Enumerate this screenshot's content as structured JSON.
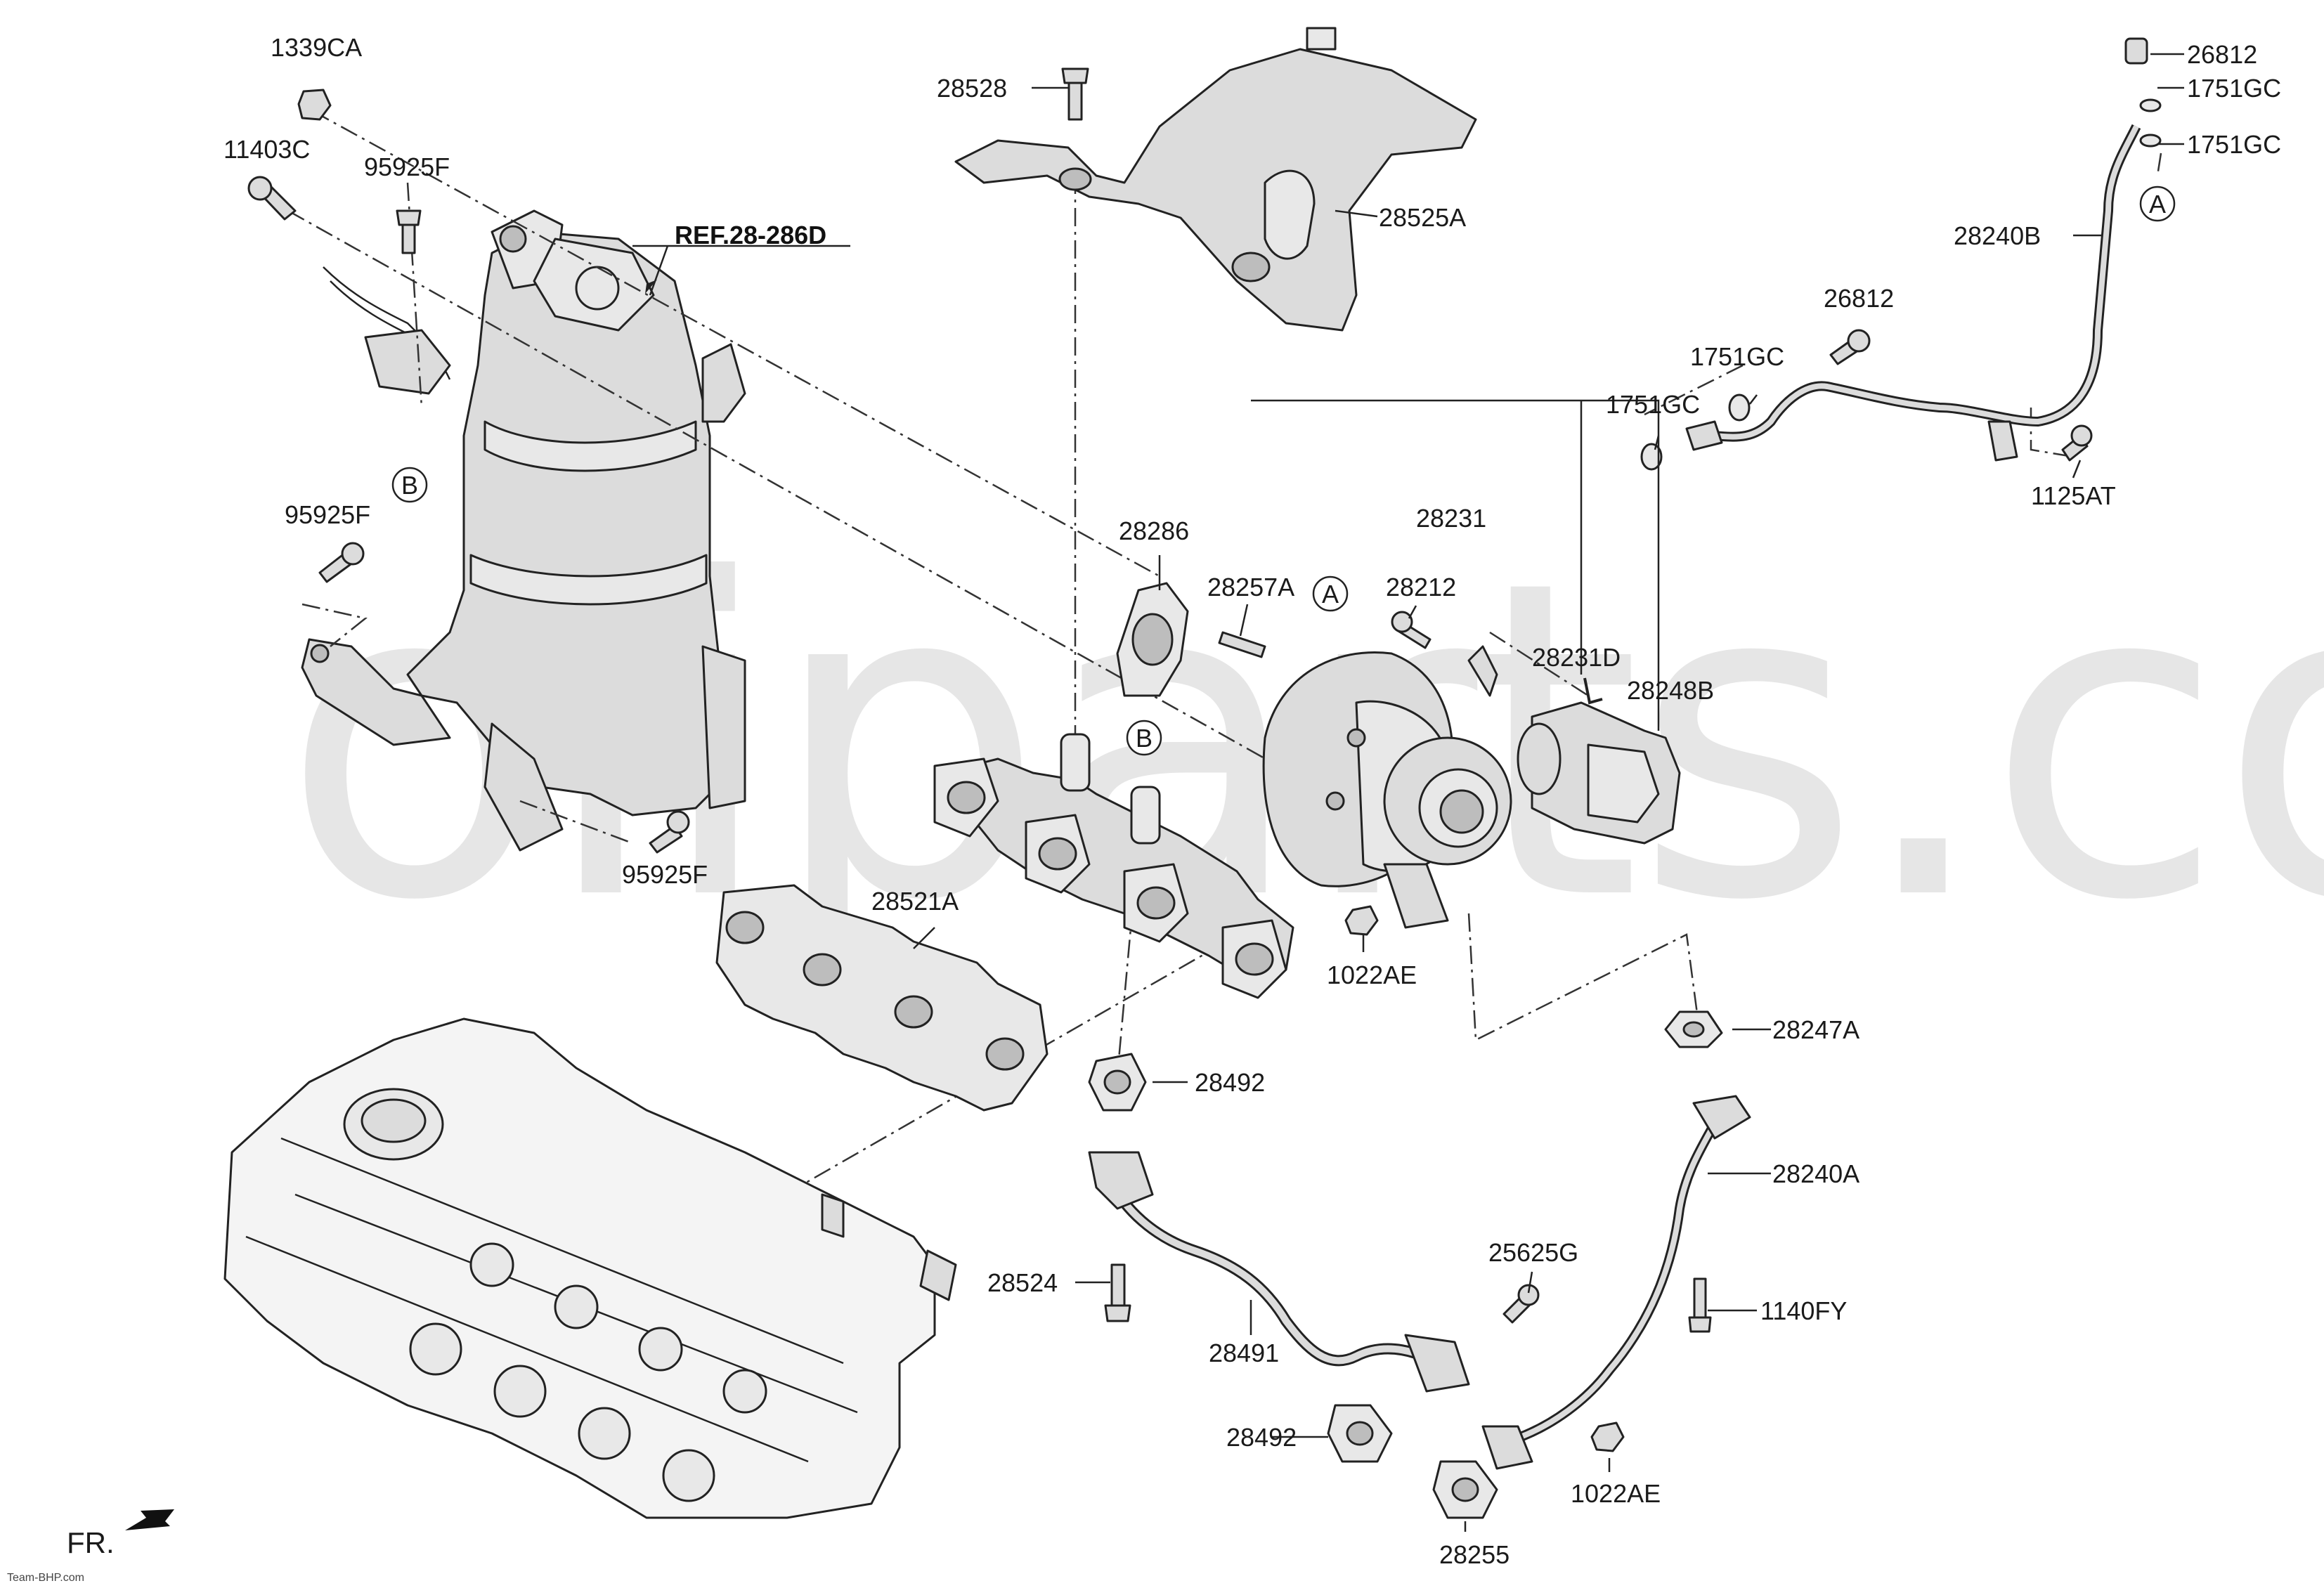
{
  "watermark": "oliparts.com",
  "ref_label": "REF.28-286D",
  "direction_label": "FR.",
  "callouts": {
    "a": "A",
    "b": "B"
  },
  "parts": {
    "p1339CA": "1339CA",
    "p11403C": "11403C",
    "p95925F_top": "95925F",
    "p95925F_mid": "95925F",
    "p95925F_bot": "95925F",
    "p28528": "28528",
    "p28525A": "28525A",
    "p26812_top": "26812",
    "p1751GC_1": "1751GC",
    "p1751GC_2": "1751GC",
    "p28240B": "28240B",
    "p26812_mid": "26812",
    "p1751GC_3": "1751GC",
    "p1751GC_4": "1751GC",
    "p1125AT": "1125AT",
    "p28286": "28286",
    "p28231": "28231",
    "p28257A": "28257A",
    "p28212": "28212",
    "p28231D": "28231D",
    "p28248B": "28248B",
    "p28521A": "28521A",
    "p1022AE_top": "1022AE",
    "p28247A": "28247A",
    "p28492_top": "28492",
    "p28240A": "28240A",
    "p28524": "28524",
    "p25625G": "25625G",
    "p1140FY": "1140FY",
    "p28491": "28491",
    "p28492_bot": "28492",
    "p1022AE_bot": "1022AE",
    "p28255": "28255"
  },
  "footer_brand": "Team-BHP.com"
}
